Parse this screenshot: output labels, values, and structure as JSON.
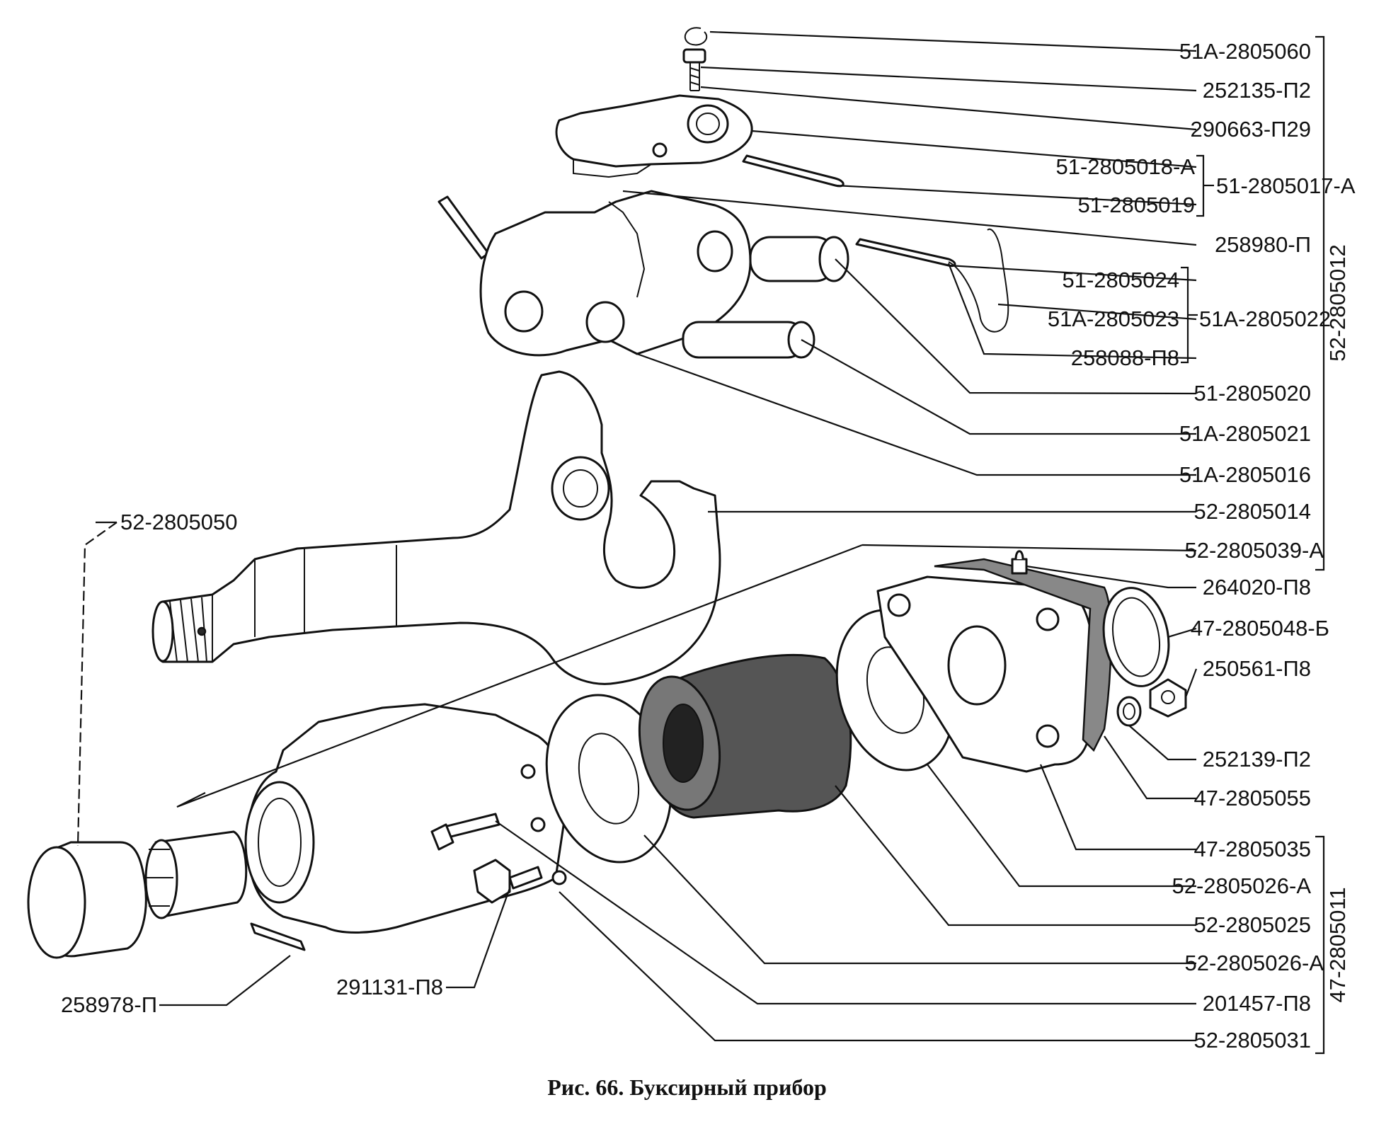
{
  "caption": "Рис. 66. Буксирный прибор",
  "labels": {
    "l1": "51А-2805060",
    "l2": "252135-П2",
    "l3": "290663-П29",
    "l4": "51-2805018-А",
    "l5": "51-2805017-А",
    "l6": "51-2805019",
    "l7": "258980-П",
    "l8": "51-2805024",
    "l9": "51А-2805023",
    "l10": "51А-2805022",
    "l11": "258088-П8",
    "l12": "51-2805020",
    "l13": "51А-2805021",
    "l14": "51А-2805016",
    "l15": "52-2805014",
    "l16": "52-2805039-А",
    "l17": "264020-П8",
    "l18": "47-2805048-Б",
    "l19": "250561-П8",
    "l20": "252139-П2",
    "l21": "47-2805055",
    "l22": "47-2805035",
    "l23": "52-2805026-А",
    "l24": "52-2805025",
    "l25": "52-2805026-А",
    "l26": "201457-П8",
    "l27": "52-2805031",
    "l28": "52-2805050",
    "l29": "258978-П",
    "l30": "291131-П8",
    "group_top": "52-2805012",
    "group_bottom": "47-2805011"
  }
}
